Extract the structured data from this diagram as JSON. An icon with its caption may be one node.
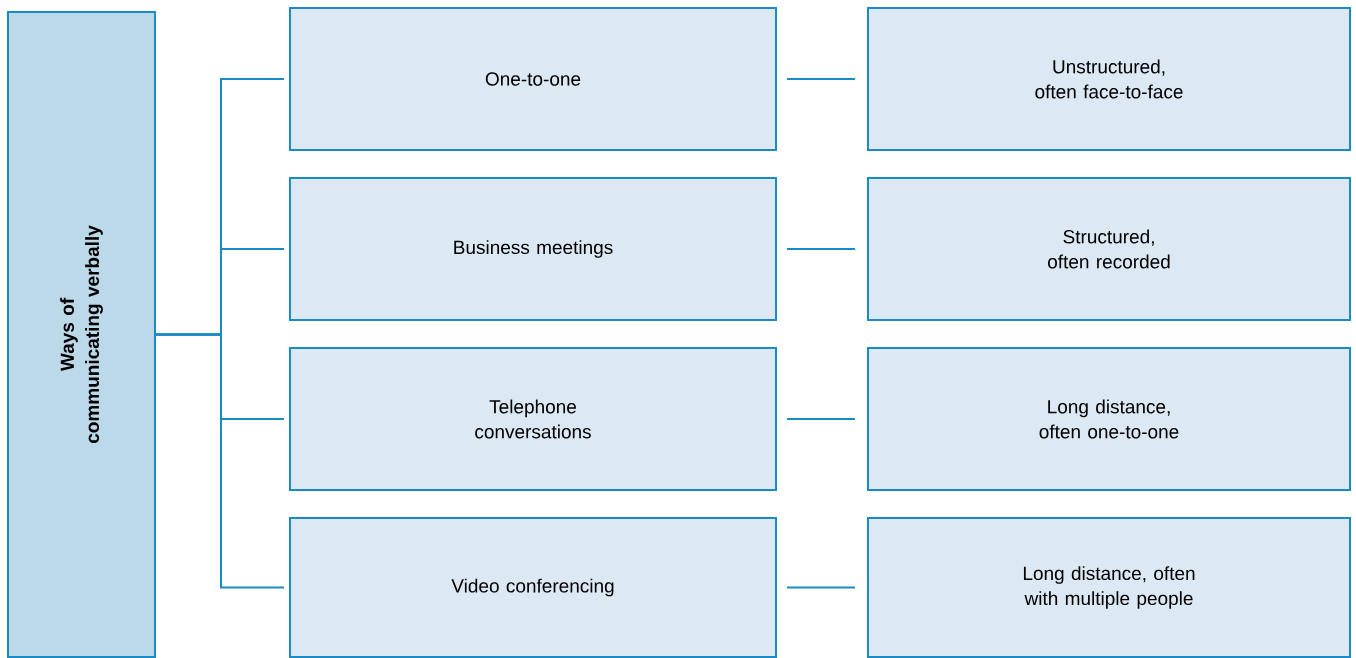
{
  "diagram": {
    "nodes": [
      {
        "text": [
          "Ways of communicating verbally"
        ]
      },
      {
        "text": [
          "One-to-one"
        ]
      },
      {
        "text": [
          "Business meetings"
        ]
      },
      {
        "text": [
          "Telephone conversations"
        ]
      },
      {
        "text": [
          "Video conferencing"
        ]
      },
      {
        "text": [
          "Unstructured, often face-to-face"
        ]
      },
      {
        "text": [
          "Structured, often recorded"
        ]
      },
      {
        "text": [
          "Long distance, often one-to-one"
        ]
      },
      {
        "text": [
          "Long distance, often with multiple people"
        ]
      }
    ],
    "edges": [
      {
        "from": 0,
        "to": 1,
        "arrow": "none"
      },
      {
        "from": 0,
        "to": 2,
        "arrow": "none"
      },
      {
        "from": 0,
        "to": 3,
        "arrow": "none"
      },
      {
        "from": 0,
        "to": 4,
        "arrow": "none"
      },
      {
        "from": 1,
        "to": 5,
        "arrow": "none"
      },
      {
        "from": 2,
        "to": 6,
        "arrow": "none"
      },
      {
        "from": 3,
        "to": 7,
        "arrow": "none"
      },
      {
        "from": 4,
        "to": 8,
        "arrow": "none"
      }
    ]
  }
}
